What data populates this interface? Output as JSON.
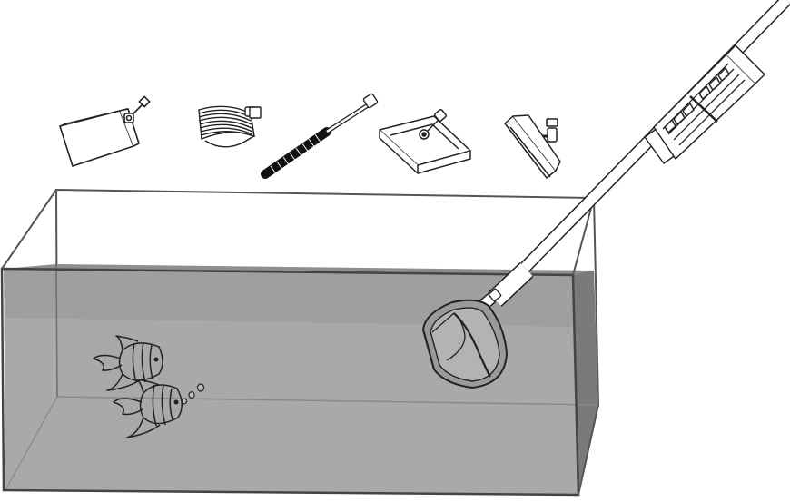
{
  "scene": {
    "kind": "aquarium-cleaning-tool-set",
    "colors": {
      "background": "#ffffff",
      "line": "#222222",
      "water_front": "#a9a9a9",
      "water_top": "#8e8e8e",
      "water_side": "#7a7a7a",
      "glass_edge": "#555555"
    },
    "attachments": [
      {
        "id": "fish-net-attachment"
      },
      {
        "id": "gravel-rake-attachment"
      },
      {
        "id": "bottle-brush-attachment"
      },
      {
        "id": "flat-scraper-attachment"
      },
      {
        "id": "blade-scraper-attachment"
      }
    ],
    "tank": {
      "fish_count": 2,
      "bubble_count": 3
    },
    "tool_in_use": "net-with-telescopic-handle"
  }
}
